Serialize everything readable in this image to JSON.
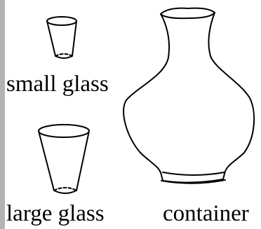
{
  "labels": {
    "small_glass": "small glass",
    "large_glass": "large glass",
    "container": "container"
  },
  "colors": {
    "stroke": "#000000",
    "background": "#ffffff",
    "left_strip": "#b3b3b3"
  }
}
